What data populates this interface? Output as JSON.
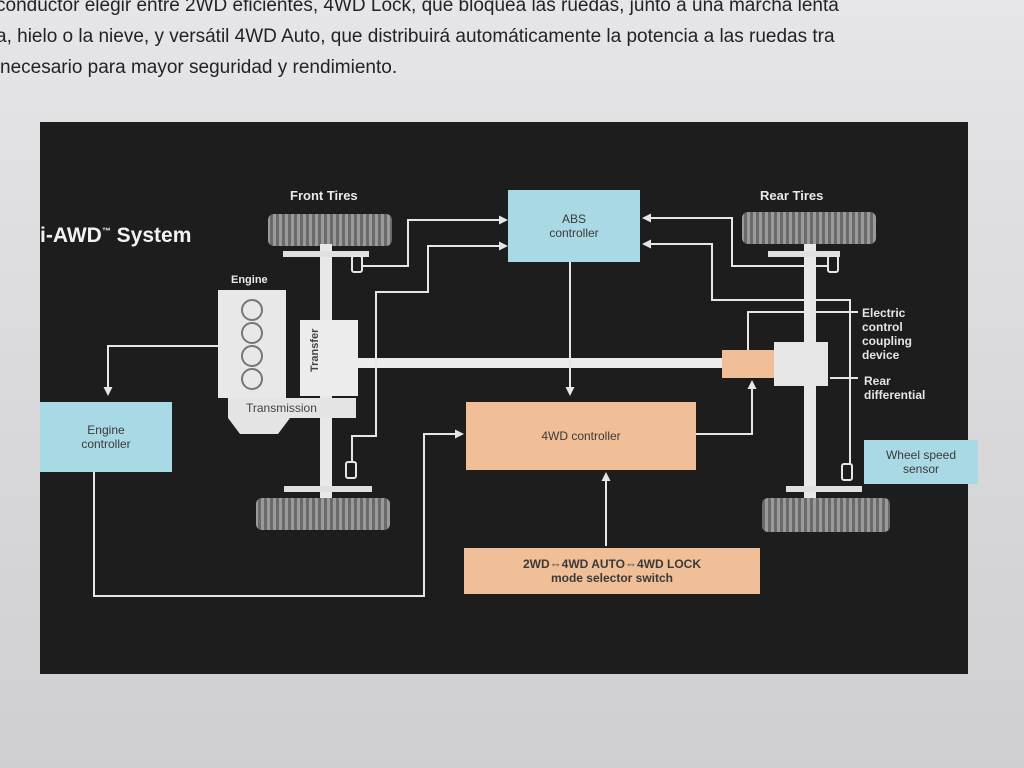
{
  "paragraph": {
    "lines": [
      "conductor elegir entre 2WD eficientes, 4WD Lock, que bloquea las ruedas, junto a una marcha lenta",
      "a, hielo o la nieve, y versátil 4WD Auto, que distribuirá automáticamente la potencia a las ruedas tra",
      "necesario para mayor seguridad y rendimiento."
    ]
  },
  "diagram": {
    "title": "i-AWD",
    "title_tm": "™",
    "title_suffix": " System",
    "labels": {
      "front_tires": "Front Tires",
      "rear_tires": "Rear Tires",
      "engine": "Engine",
      "transfer": "Transfer",
      "transmission": "Transmission",
      "electric_coupling": "Electric\ncontrol\ncoupling\ndevice",
      "rear_differential": "Rear\ndifferential"
    },
    "boxes": {
      "abs_controller": "ABS\ncontroller",
      "engine_controller": "Engine\ncontroller",
      "fourwd_controller": "4WD controller",
      "wheel_speed_sensor": "Wheel speed\nsensor",
      "mode_selector": "2WD⇔4WD AUTO⇔4WD LOCK\nmode selector switch"
    },
    "colors": {
      "background": "#1d1d1d",
      "blue_box": "#a9d9e4",
      "orange_box": "#f0be97",
      "line": "#e6e6e6"
    }
  }
}
